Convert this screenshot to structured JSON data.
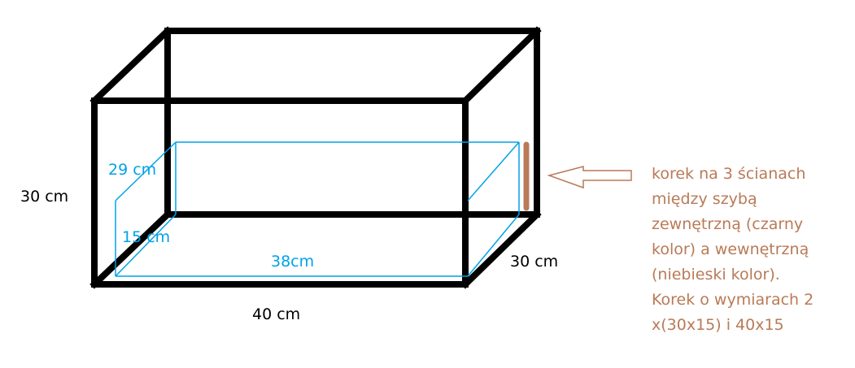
{
  "colors": {
    "frame": "#000000",
    "inner": "#00a2e8",
    "cork": "#b97a57"
  },
  "labels": {
    "height_outer": "30 cm",
    "height_inner": "29 cm",
    "depth_inner": "15 cm",
    "width_inner": "38cm",
    "width_outer": "40 cm",
    "depth_outer": "30 cm"
  },
  "note": {
    "lines": [
      "korek na 3 ścianach",
      "między szybą",
      "zewnętrzną (czarny",
      "kolor) a wewnętrzną",
      "(niebieski kolor).",
      "Korek o wymiarach 2",
      "x(30x15) i 40x15"
    ]
  }
}
